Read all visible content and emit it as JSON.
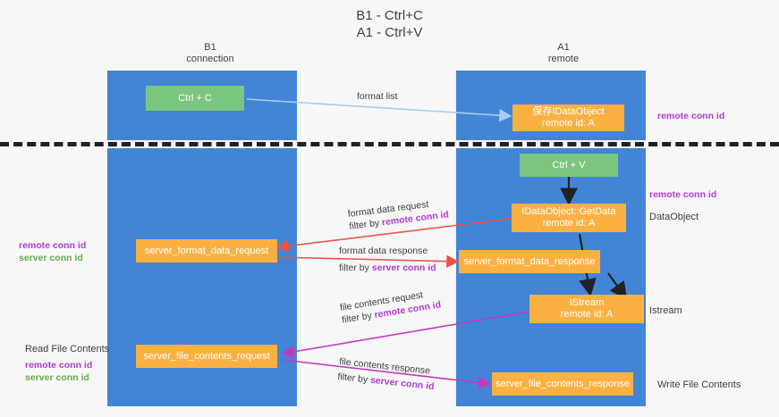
{
  "title": {
    "line1": "B1 - Ctrl+C",
    "line2": "A1 - Ctrl+V"
  },
  "columns": [
    {
      "name": "B1",
      "role": "connection"
    },
    {
      "name": "A1",
      "role": "remote"
    }
  ],
  "boxes": {
    "ctrl_c": "Ctrl + C",
    "ctrl_v": "Ctrl + V",
    "idataobject": {
      "line1": "保存IDataObject",
      "line2": "remote id: A"
    },
    "getdata": {
      "line1": "IDataObject::GetData",
      "line2": "remote id: A"
    },
    "istream": {
      "line1": "IStream",
      "line2": "remote id: A"
    },
    "server_format_data_request": "server_format_data_request",
    "server_format_data_response": "server_format_data_response",
    "server_file_contents_request": "server_file_contents_request",
    "server_file_contents_response": "server_file_contents_response"
  },
  "edges": {
    "format_list": "format list",
    "format_data_request": "format data request",
    "format_data_response": "format data response",
    "file_contents_request": "file contents request",
    "file_contents_response": "file contents response",
    "filter_by": "filter by",
    "remote_conn_id": "remote conn id",
    "server_conn_id": "server conn id"
  },
  "annotations": {
    "right_remote_top": "remote conn id",
    "right_remote_mid": "remote conn id",
    "right_dataobject": "DataObject",
    "right_istream": "Istream",
    "right_write_file": "Write File Contents",
    "left_remote_conn": "remote conn id",
    "left_server_conn": "server conn id",
    "left_read_file": "Read File Contents",
    "left_remote_conn2": "remote conn id",
    "left_server_conn2": "server conn id"
  },
  "colors": {
    "lane": "#4285d6",
    "green_box": "#7bc67e",
    "orange_box": "#fbb142",
    "purple": "#b23bd1",
    "green_text": "#6aa84f",
    "red_arrow": "#e8544a",
    "magenta_arrow": "#c23bbf",
    "blue_arrow": "#a8cdea",
    "black_arrow": "#202124",
    "background": "#f7f7f7"
  }
}
